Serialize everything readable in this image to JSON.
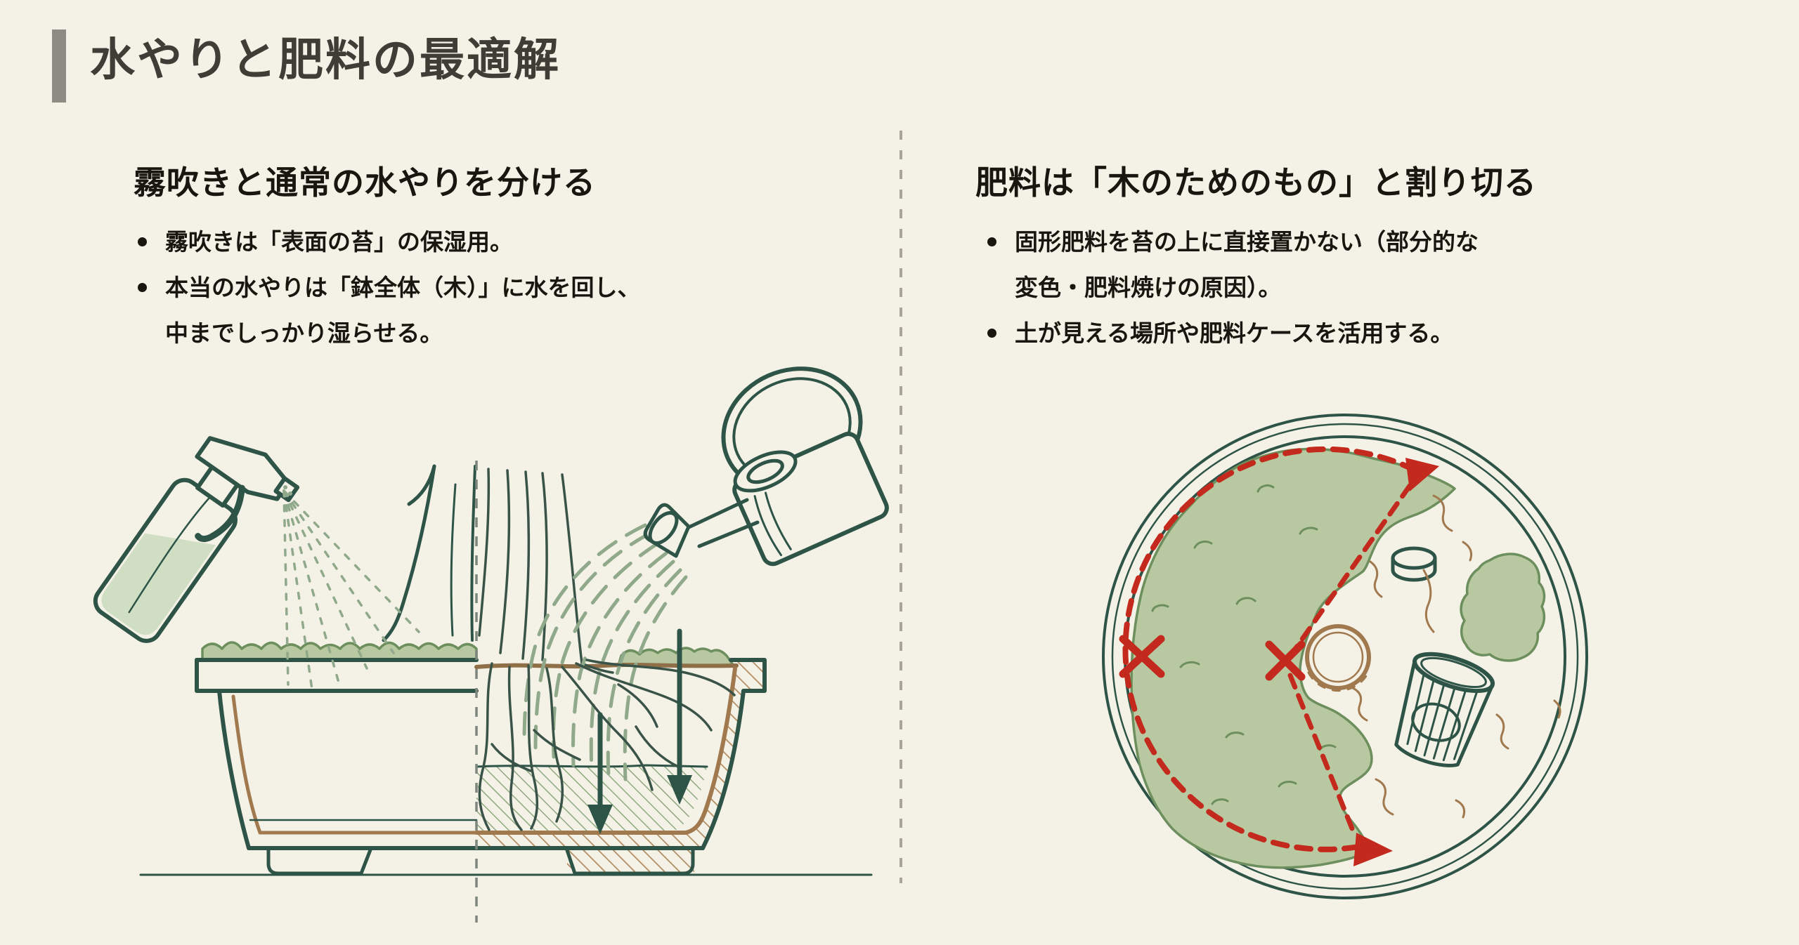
{
  "title": {
    "text": "水やりと肥料の最適解"
  },
  "left_panel": {
    "heading": "霧吹きと通常の水やりを分ける",
    "bullets": [
      "霧吹きは「表面の苔」の保湿用。",
      "本当の水やりは「鉢全体（木）」に水を回し、\n中までしっかり湿らせる。"
    ],
    "illustration": {
      "elements": [
        "spray-bottle-icon",
        "mist-spray-lines",
        "bonsai-pot-cross-section",
        "moss-surface",
        "tree-trunk",
        "root-system",
        "watering-can-icon",
        "water-stream-lines",
        "water-soak-arrows",
        "water-level-line",
        "soil-line",
        "ground-line",
        "pot-half-divider"
      ]
    }
  },
  "right_panel": {
    "heading": "肥料は「木のためのもの」と割り切る",
    "bullets": [
      "固形肥料を苔の上に直接置かない（部分的な\n変色・肥料焼けの原因）。",
      "土が見える場所や肥料ケースを活用する。"
    ],
    "illustration": {
      "elements": [
        "pot-top-view",
        "moss-area",
        "moss-patch-small",
        "trunk-top-view",
        "fertilizer-pellet-icon",
        "fertilizer-case-icon",
        "soil-texture-squiggles",
        "fertilizer-route-arc",
        "no-fertilizer-x-marks",
        "route-arrowheads"
      ]
    }
  },
  "colors": {
    "bg": "#f4f1e6",
    "ink": "#2d5447",
    "sage": "#b8c8a1",
    "sageline": "#6c8f5d",
    "mist": "#8fa98a",
    "brown": "#a1794e",
    "soil": "#8f6f47",
    "red": "#c32a1d",
    "graybar": "#8e8b85",
    "divider": "#a8a499",
    "halfline": "#7c867c",
    "text": "#17170f",
    "title": "#403d36",
    "rootc": "#3a5348",
    "hatchg": "#90a981",
    "hatchb": "#b08a5e",
    "liquid": "#ccdcc0"
  }
}
